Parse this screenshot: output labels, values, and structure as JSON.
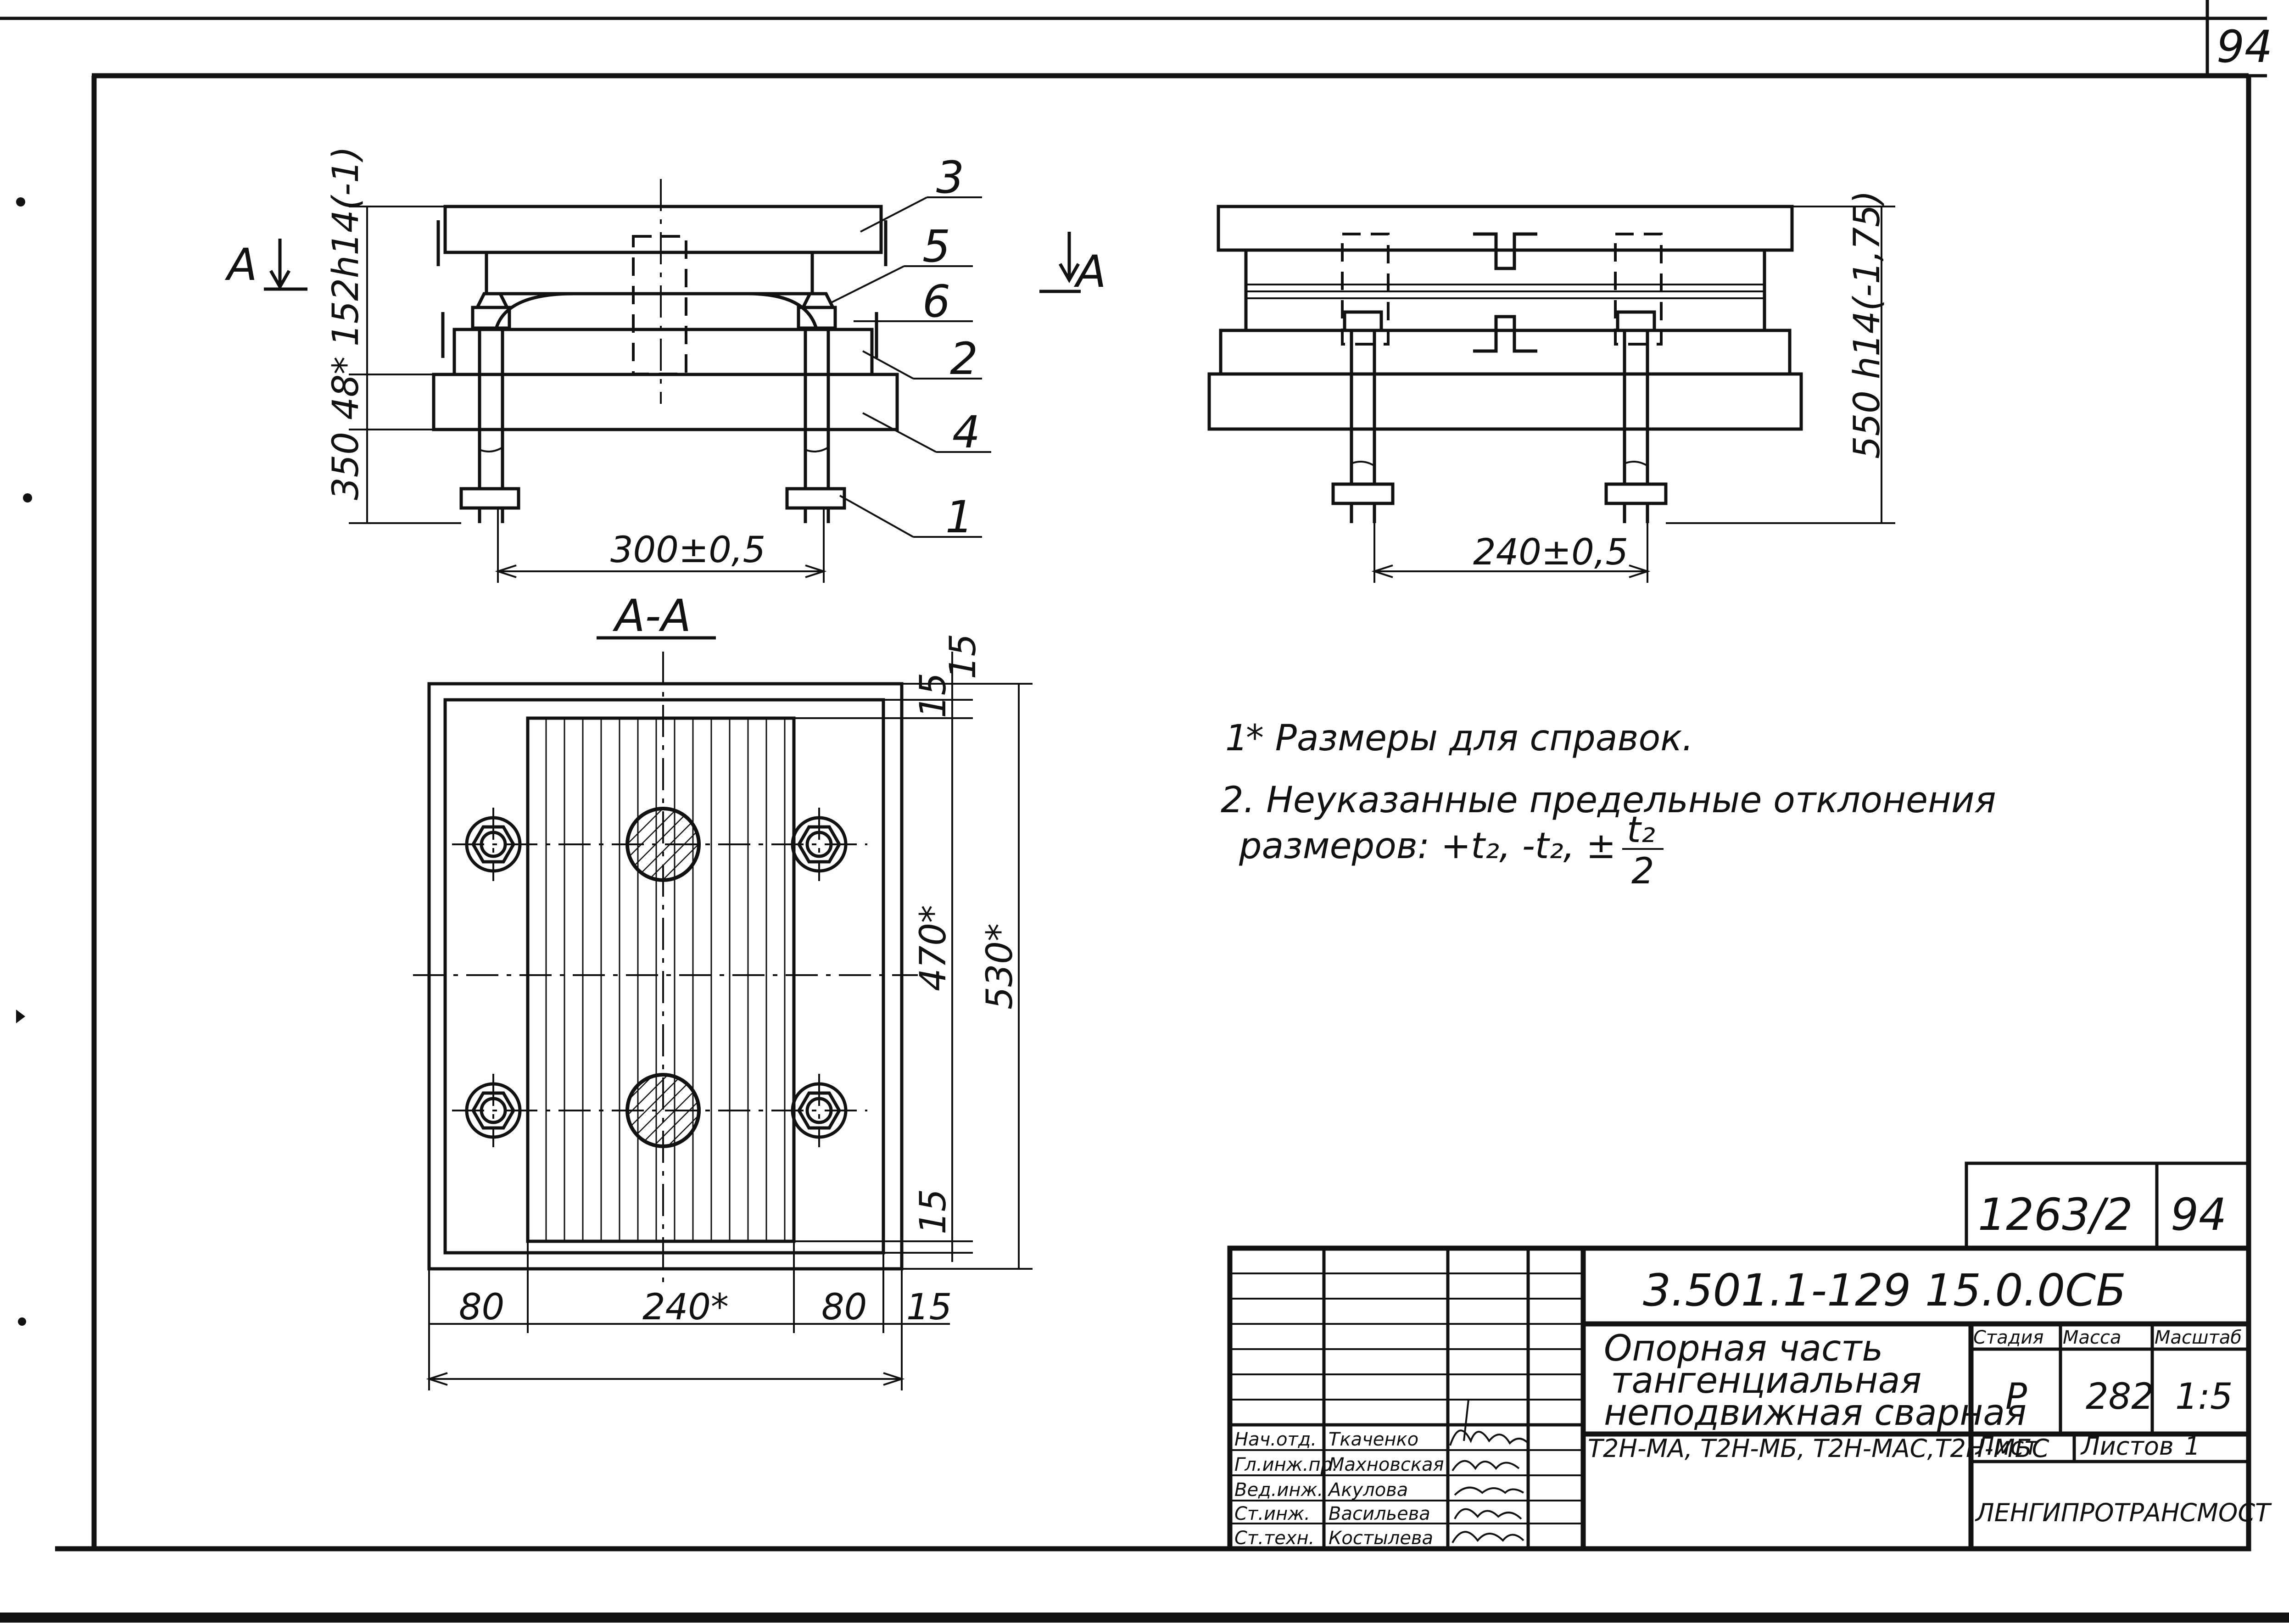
{
  "sheet": {
    "page_number": "94"
  },
  "front_view": {
    "section_mark": "A",
    "callouts": [
      "3",
      "5",
      "6",
      "2",
      "4",
      "1"
    ],
    "dims": {
      "height_top": "152h14(-1)",
      "height_mid": "48*",
      "height_low": "350",
      "bolt_spacing": "300±0,5"
    }
  },
  "side_view": {
    "section_mark": "A",
    "dims": {
      "height_total": "550 h14(-1,75)",
      "bolt_spacing": "240±0,5"
    }
  },
  "section_view": {
    "title": "А-А",
    "dims": {
      "top_a": "15",
      "top_b": "15",
      "inner_height": "470*",
      "outer_height": "530*",
      "bottom": "15",
      "bottom_w1": "80",
      "bottom_w2": "240*",
      "bottom_w3": "80",
      "bottom_w4": "15"
    }
  },
  "notes": {
    "note1_num": "1",
    "note1_text": "* Размеры для справок.",
    "note2_line1": "2. Неуказанные предельные отклонения",
    "note2_line2": "размеров: +t₂, -t₂, ±",
    "note2_frac_num": "t₂",
    "note2_frac_den": "2"
  },
  "title_block": {
    "archive_no": "1263/2",
    "archive_sheet": "94",
    "designation": "3.501.1-129    15.0.0СБ",
    "name_line1": "Опорная часть",
    "name_line2": "тангенциальная",
    "name_line3": "неподвижная сварная",
    "name_line4": "Т2Н-МА, Т2Н-МБ, Т2Н-МАС,Т2Н-МБС",
    "hdr_stage": "Стадия",
    "hdr_mass": "Масса",
    "hdr_scale": "Масштаб",
    "stage": "Р",
    "mass": "282",
    "scale": "1:5",
    "sheet_label": "Лист",
    "sheets_label": "Листов",
    "sheets_count": "1",
    "organization": "ЛЕНГИПРОТРАНСМОСТ",
    "people": [
      {
        "role": "Нач.отд.",
        "name": "Ткаченко"
      },
      {
        "role": "Гл.инж.пр.",
        "name": "Махновская"
      },
      {
        "role": "Вед.инж.",
        "name": "Акулова"
      },
      {
        "role": "Ст.инж.",
        "name": "Васильева"
      },
      {
        "role": "Ст.техн.",
        "name": "Костылева"
      }
    ]
  }
}
